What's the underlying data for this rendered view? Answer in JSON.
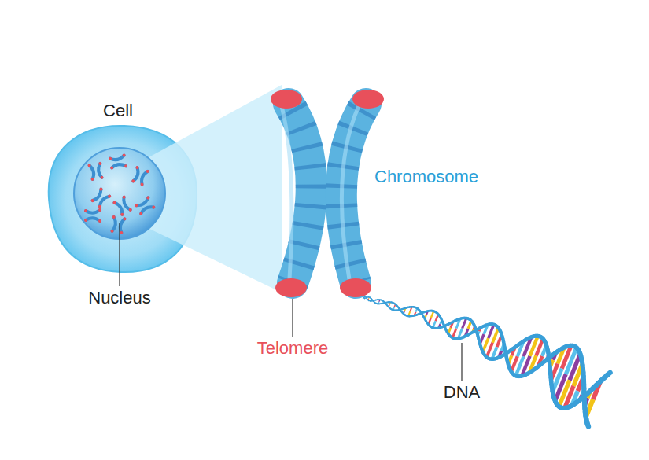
{
  "diagram": {
    "labels": [
      "Cell",
      "Nucleus",
      "Chromosome",
      "Telomere",
      "DNA"
    ]
  }
}
